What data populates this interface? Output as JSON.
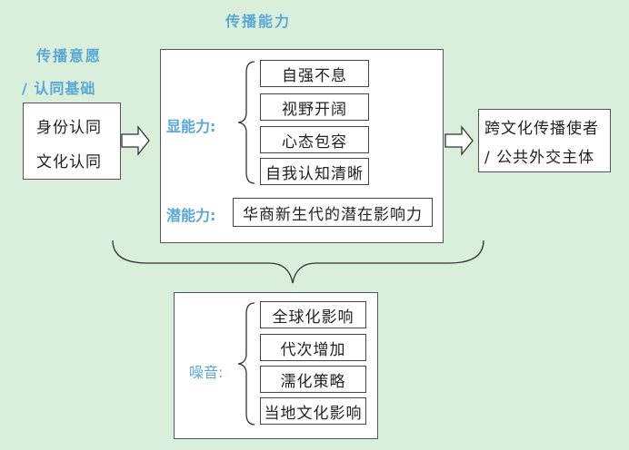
{
  "title": "传播能力",
  "motivation": {
    "heading_line1": "传播意愿",
    "heading_line2": "/ 认同基础",
    "items": [
      "身份认同",
      "文化认同"
    ]
  },
  "capability": {
    "explicit_label": "显能力:",
    "explicit_items": [
      "自强不息",
      "视野开阔",
      "心态包容",
      "自我认知清晰"
    ],
    "latent_label": "潜能力:",
    "latent_item": "华商新生代的潜在影响力"
  },
  "result": {
    "line1": "跨文化传播使者",
    "line2": "/ 公共外交主体"
  },
  "noise": {
    "label": "噪音:",
    "items": [
      "全球化影响",
      "代次增加",
      "濡化策略",
      "当地文化影响"
    ]
  }
}
